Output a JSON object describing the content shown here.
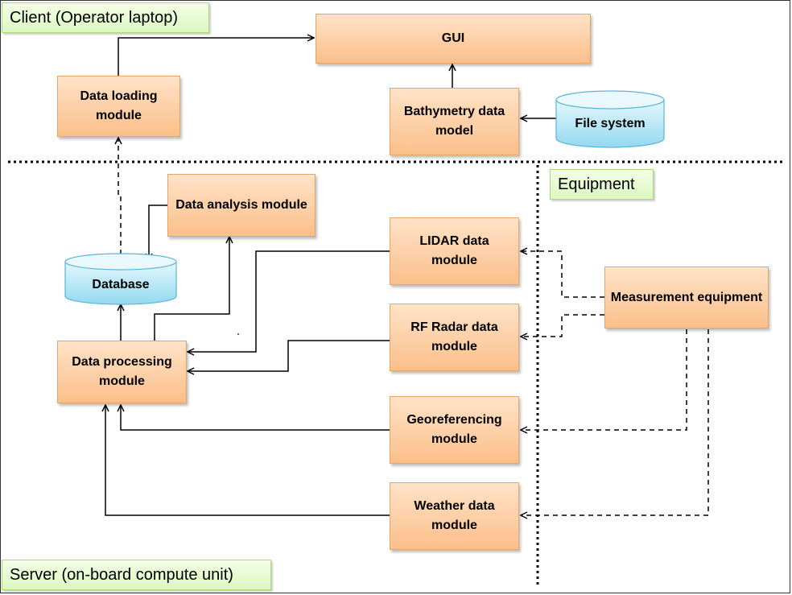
{
  "regions": {
    "client": "Client (Operator laptop)",
    "equipment": "Equipment",
    "server": "Server (on-board compute unit)"
  },
  "nodes": {
    "gui": "GUI",
    "data_loading": "Data loading module",
    "bathymetry": "Bathymetry data model",
    "file_system": "File system",
    "data_analysis": "Data analysis module",
    "database": "Database",
    "lidar": "LIDAR data module",
    "rf_radar": "RF Radar data module",
    "data_processing": "Data processing module",
    "measurement": "Measurement equipment",
    "georeferencing": "Georeferencing module",
    "weather": "Weather data module"
  },
  "colors": {
    "module_fill_top": "#ffe3c8",
    "module_fill_bottom": "#fbbf8a",
    "storage_fill": "#bfe9f7",
    "region_fill": "#dcf7c2"
  }
}
